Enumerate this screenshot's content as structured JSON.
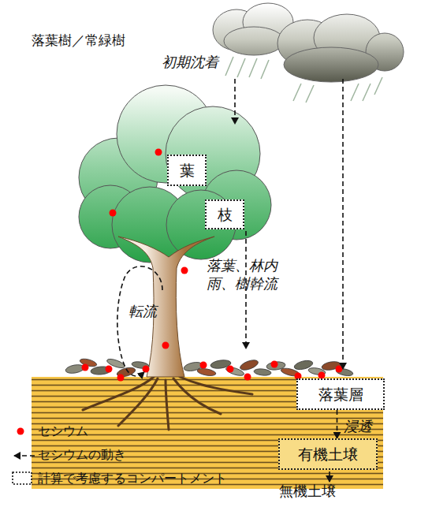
{
  "diagram": {
    "title": "落葉樹／常緑樹",
    "nodes": [
      {
        "text": [
          "葉"
        ]
      },
      {
        "text": [
          "枝"
        ]
      },
      {
        "text": [
          "落葉層"
        ]
      },
      {
        "text": [
          "有機土壌"
        ]
      }
    ],
    "edges": [
      {
        "from": 2,
        "to": 3,
        "arrow": "to",
        "label": "浸透"
      }
    ],
    "labels": [
      "初期沈着",
      "落葉、林内雨、樹幹流",
      "転流",
      "無機土壌"
    ],
    "legend": [
      {
        "text": "セシウム",
        "color": "#ff0000"
      },
      {
        "text": "セシウムの動き"
      },
      {
        "text": "計算で考慮するコンパートメント"
      }
    ]
  }
}
